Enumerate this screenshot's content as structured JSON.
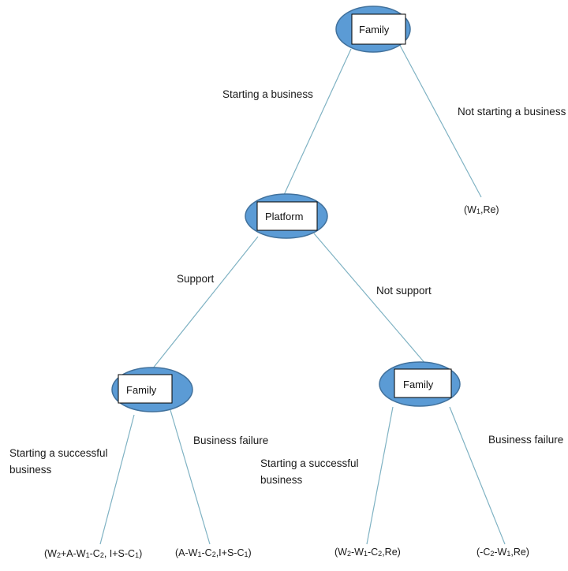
{
  "nodes": {
    "root": "Family",
    "platform": "Platform",
    "family_left": "Family",
    "family_right": "Family"
  },
  "edges": {
    "start_business": "Starting a business",
    "not_start_business": "Not starting a business",
    "support": "Support",
    "not_support": "Not support",
    "left_success": "Starting a successful business",
    "left_failure": "Business failure",
    "right_success": "Starting a successful business",
    "right_failure": "Business failure"
  },
  "payoffs": {
    "not_start": [
      "(W",
      "1",
      ",Re)"
    ],
    "support_success": [
      "(W",
      "2",
      "+A-W",
      "1",
      "-C",
      "2",
      ", I+S-C",
      "1",
      ")"
    ],
    "support_failure": [
      "(A-W",
      "1",
      "-C",
      "2",
      ",I+S-C",
      "1",
      ")"
    ],
    "nosupport_success": [
      "(W",
      "2",
      "-W",
      "1",
      "-C",
      "2",
      ",Re)"
    ],
    "nosupport_failure": [
      "(-C",
      "2",
      "-W",
      "1",
      ",Re)"
    ]
  },
  "colors": {
    "node_fill": "#5b9bd5",
    "node_stroke": "#41719c",
    "edge": "#7fb2c3"
  }
}
